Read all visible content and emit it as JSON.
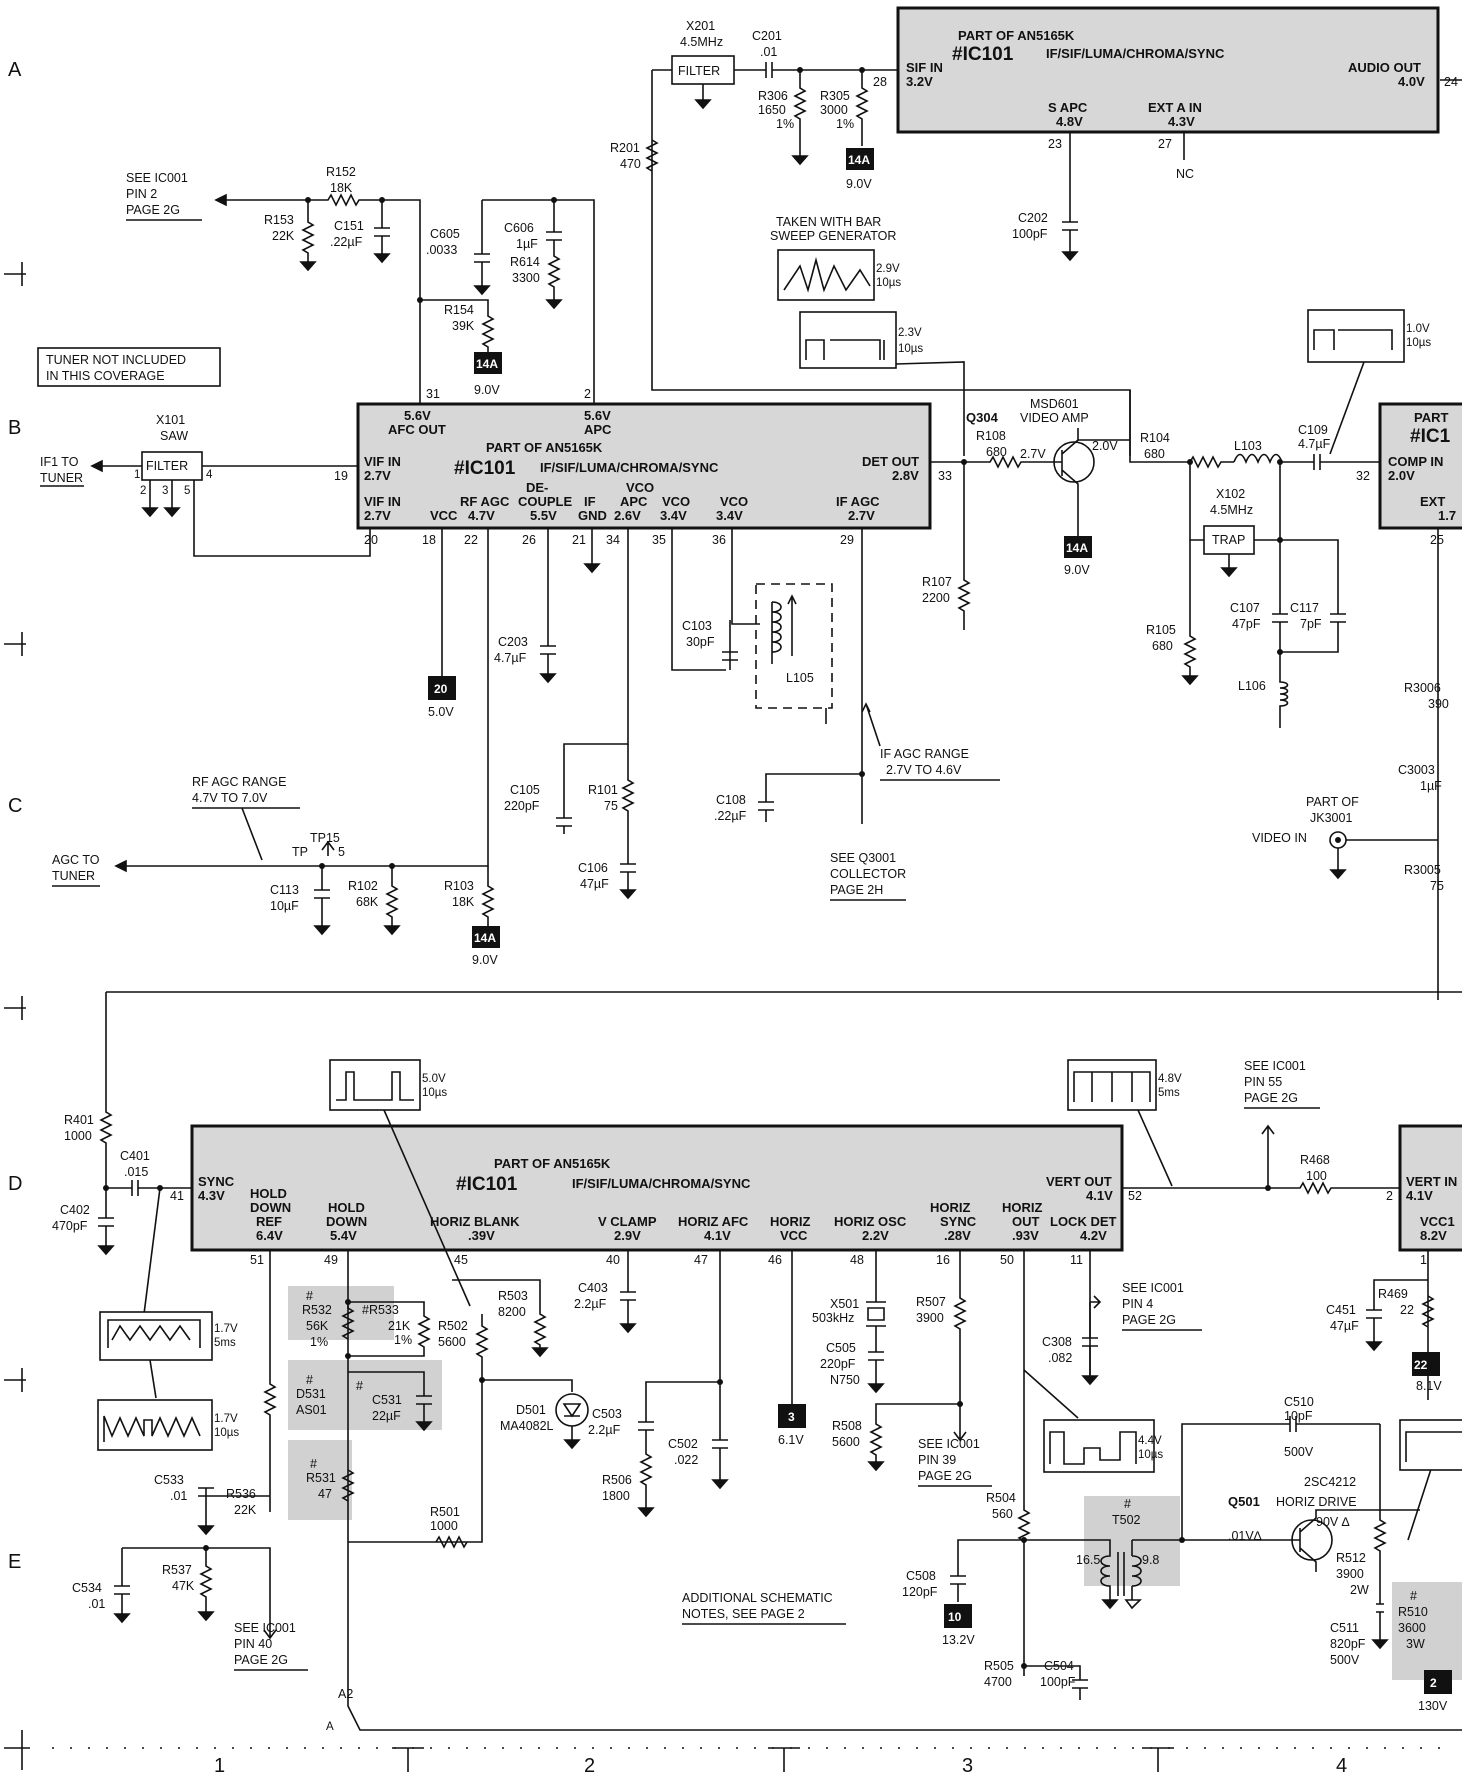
{
  "grid": {
    "rows": [
      "A",
      "B",
      "C",
      "D",
      "E"
    ],
    "cols": [
      "1",
      "2",
      "3",
      "4"
    ]
  },
  "ic_top_right": {
    "line1": "PART OF  AN5165K",
    "name": "#IC101",
    "func": "IF/SIF/LUMA/CHROMA/SYNC",
    "sif_in": "SIF IN",
    "sif_v": "3.2V",
    "audio_out": "AUDIO OUT",
    "audio_v": "4.0V",
    "sapc": "S APC",
    "sapc_v": "4.8V",
    "exta": "EXT A IN",
    "exta_v": "4.3V",
    "p28": "28",
    "p24": "24",
    "p23": "23",
    "p27": "27",
    "nc": "NC"
  },
  "ic_mid": {
    "line1": "PART OF  AN5165K",
    "name": "#IC101",
    "func": "IF/SIF/LUMA/CHROMA/SYNC",
    "afc_v": "5.6V",
    "afc": "AFC OUT",
    "apc_v": "5.6V",
    "apc": "APC",
    "vif_in1": "VIF IN",
    "vif_in1_v": "2.7V",
    "vif_in2": "VIF IN",
    "vif_in2_v": "2.7V",
    "vcc": "VCC",
    "rfagc": "RF AGC",
    "rfagc_v": "4.7V",
    "de": "DE-",
    "couple": "COUPLE",
    "couple_v": "5.5V",
    "if": "IF",
    "gnd": "GND",
    "vco1": "VCO",
    "apc2": "APC",
    "apc2_v": "2.6V",
    "vco2": "VCO",
    "vco2_v": "3.4V",
    "vco3": "VCO",
    "vco3_v": "3.4V",
    "det": "DET OUT",
    "det_v": "2.8V",
    "ifagc": "IF AGC",
    "ifagc_v": "2.7V",
    "p31": "31",
    "p2": "2",
    "p19": "19",
    "p20": "20",
    "p18": "18",
    "p22": "22",
    "p26": "26",
    "p21": "21",
    "p34": "34",
    "p35": "35",
    "p36": "36",
    "p29": "29",
    "p33": "33"
  },
  "ic_bottom": {
    "line1": "PART OF  AN5165K",
    "name": "#IC101",
    "func": "IF/SIF/LUMA/CHROMA/SYNC",
    "sync": "SYNC",
    "sync_v": "4.3V",
    "hdr1": "HOLD",
    "hdr2": "DOWN",
    "hdr3": "REF",
    "hdr_v": "6.4V",
    "hd1": "HOLD",
    "hd2": "DOWN",
    "hd_v": "5.4V",
    "hb": "HORIZ  BLANK",
    "hb_v": ".39V",
    "vc": "V  CLAMP",
    "vc_v": "2.9V",
    "hafc": "HORIZ  AFC",
    "hafc_v": "4.1V",
    "hvcc1": "HORIZ",
    "hvcc2": "VCC",
    "hosc": "HORIZ  OSC",
    "hosc_v": "2.2V",
    "hsync1": "HORIZ",
    "hsync2": "SYNC",
    "hsync_v": ".28V",
    "hout1": "HORIZ",
    "hout2": "OUT",
    "hout_v": ".93V",
    "lock": "LOCK  DET",
    "lock_v": "4.2V",
    "vout": "VERT  OUT",
    "vout_v": "4.1V",
    "p41": "41",
    "p51": "51",
    "p49": "49",
    "p45": "45",
    "p40": "40",
    "p47": "47",
    "p46": "46",
    "p48": "48",
    "p16": "16",
    "p50": "50",
    "p11": "11",
    "p52": "52"
  },
  "ic_right_mid": {
    "part": "PART",
    "name": "#IC1",
    "comp": "COMP  IN",
    "comp_v": "2.0V",
    "ext": "EXT",
    "ext_v": "1.7",
    "p32": "32",
    "p25": "25"
  },
  "ic_right_bot": {
    "vert": "VERT  IN",
    "vert_v": "4.1V",
    "vcc": "VCC1",
    "vcc_v": "8.2V",
    "p2": "2",
    "p1": "1"
  },
  "components": {
    "x201": "X201",
    "x201_f": "4.5MHz",
    "filter": "FILTER",
    "c201": "C201",
    "c201_v": ".01",
    "r306": "R306",
    "r306_v": "1650",
    "r306_t": "1%",
    "r305": "R305",
    "r305_v": "3000",
    "r305_t": "1%",
    "r201": "R201",
    "r201_v": "470",
    "c202": "C202",
    "c202_v": "100pF",
    "see_ic001_a": "SEE  IC001",
    "pin2": "PIN  2",
    "page2g_a": "PAGE  2G",
    "r152": "R152",
    "r152_v": "18K",
    "r153": "R153",
    "r153_v": "22K",
    "c151": "C151",
    "c151_v": ".22µF",
    "c605": "C605",
    "c605_v": ".0033",
    "c606": "C606",
    "c606_v": "1µF",
    "r614": "R614",
    "r614_v": "3300",
    "r154": "R154",
    "r154_v": "39K",
    "tuner_note1": "TUNER  NOT  INCLUDED",
    "tuner_note2": "IN  THIS  COVERAGE",
    "x101": "X101",
    "saw": "SAW",
    "filter2": "FILTER",
    "if1_1": "IF1  TO",
    "if1_2": "TUNER",
    "taken1": "TAKEN  WITH  BAR",
    "taken2": "SWEEP  GENERATOR",
    "q304": "Q304",
    "msd601": "MSD601",
    "vamp": "VIDEO  AMP",
    "r108": "R108",
    "r108_v": "680",
    "v27": "2.7V",
    "v20": "2.0V",
    "r104": "R104",
    "r104_v": "680",
    "l103": "L103",
    "c109": "C109",
    "c109_v": "4.7µF",
    "x102": "X102",
    "x102_f": "4.5MHz",
    "trap": "TRAP",
    "r107": "R107",
    "r107_v": "2200",
    "c107": "C107",
    "c107_v": "47pF",
    "c117": "C117",
    "c117_v": "7pF",
    "r105": "R105",
    "r105_v": "680",
    "l106": "L106",
    "c203": "C203",
    "c203_v": "4.7µF",
    "c103": "C103",
    "c103_v": "30pF",
    "l105": "L105",
    "r3006": "R3006",
    "r3006_v": "390",
    "c3003": "C3003",
    "c3003_v": "1µF",
    "partof": "PART  OF",
    "jk3001": "JK3001",
    "videoin": "VIDEO  IN",
    "r3005": "R3005",
    "r3005_v": "75",
    "ifagc_r1": "IF  AGC  RANGE",
    "ifagc_r2": "2.7V  TO  4.6V",
    "rfagc_r1": "RF  AGC  RANGE",
    "rfagc_r2": "4.7V  TO  7.0V",
    "c105": "C105",
    "c105_v": "220pF",
    "r101": "R101",
    "r101_v": "75",
    "c106": "C106",
    "c106_v": "47µF",
    "c108": "C108",
    "c108_v": ".22µF",
    "see_q3001": "SEE  Q3001",
    "collector": "COLLECTOR",
    "page2h": "PAGE  2H",
    "tp15": "TP15",
    "tp": "TP",
    "tp5": "5",
    "agc1": "AGC  TO",
    "agc2": "TUNER",
    "c113": "C113",
    "c113_v": "10µF",
    "r102": "R102",
    "r102_v": "68K",
    "r103": "R103",
    "r103_v": "18K",
    "r401": "R401",
    "r401_v": "1000",
    "c401": "C401",
    "c401_v": ".015",
    "c402": "C402",
    "c402_v": "470pF",
    "r503": "R503",
    "r503_v": "8200",
    "r502": "R502",
    "r502_v": "5600",
    "c403": "C403",
    "c403_v": "2.2µF",
    "d501": "D501",
    "d501_t": "MA4082L",
    "c503": "C503",
    "c503_v": "2.2µF",
    "c502": "C502",
    "c502_v": ".022",
    "r506": "R506",
    "r506_v": "1800",
    "x501": "X501",
    "x501_f": "503kHz",
    "c505": "C505",
    "c505_v": "220pF",
    "c505_t": "N750",
    "r507": "R507",
    "r507_v": "3900",
    "r508": "R508",
    "r508_v": "5600",
    "see_ic001_39": "SEE  IC001",
    "pin39": "PIN  39",
    "page2g_39": "PAGE  2G",
    "c308": "C308",
    "c308_v": ".082",
    "see_ic001_4": "SEE  IC001",
    "pin4": "PIN  4",
    "page2g_4": "PAGE  2G",
    "see_ic001_55": "SEE  IC001",
    "pin55": "PIN  55",
    "page2g_55": "PAGE  2G",
    "r468": "R468",
    "r468_v": "100",
    "c451": "C451",
    "c451_v": "47µF",
    "r469": "R469",
    "r469_v": "22",
    "r532": "R532",
    "r532_v": "56K",
    "r532_t": "1%",
    "r533": "#R533",
    "r533_v": "21K",
    "r533_t": "1%",
    "d531": "D531",
    "d531_t": "AS01",
    "c531": "C531",
    "c531_v": "22µF",
    "r531": "R531",
    "r531_v": "47",
    "hash": "#",
    "c533": "C533",
    "c533_v": ".01",
    "r536": "R536",
    "r536_v": "22K",
    "r501": "R501",
    "r501_v": "1000",
    "c534": "C534",
    "c534_v": ".01",
    "r537": "R537",
    "r537_v": "47K",
    "see_ic001_40": "SEE  IC001",
    "pin40": "PIN  40",
    "page2g_40": "PAGE  2G",
    "add1": "ADDITIONAL  SCHEMATIC",
    "add2": "NOTES,  SEE  PAGE  2",
    "r504": "R504",
    "r504_v": "560",
    "t502": "T502",
    "t502_a": "16.5",
    "t502_b": "9.8",
    "c508": "C508",
    "c508_v": "120pF",
    "r505": "R505",
    "r505_v": "4700",
    "c504": "C504",
    "c504_v": "100pF",
    "c510": "C510",
    "c510_v": "10pF",
    "c510_t": "500V",
    "q501_t": "2SC4212",
    "q501": "Q501",
    "q501_f": "HORIZ  DRIVE",
    "q501_b": ".01V∆",
    "q501_c": "90V  ∆",
    "r512": "R512",
    "r512_v": "3900",
    "r512_t": "2W",
    "c511": "C511",
    "c511_v": "820pF",
    "c511_t": "500V",
    "r510": "R510",
    "r510_v": "3600",
    "r510_t": "3W",
    "a2": "A2",
    "a": "A"
  },
  "test_points": {
    "tp14a": "14A",
    "tp20": "20",
    "tp3": "3",
    "tp10": "10",
    "tp22": "22",
    "tp2x": "2",
    "v90": "9.0V",
    "v50": "5.0V",
    "v61": "6.1V",
    "v132": "13.2V",
    "v8": "8.1V",
    "v130": "130V"
  },
  "waveforms": {
    "w1_a": "2.9V",
    "w1_b": "10µs",
    "w2_a": "2.3V",
    "w2_b": "10µs",
    "w3_a": "1.0V",
    "w3_b": "10µs",
    "w4_a": "5.0V",
    "w4_b": "10µs",
    "w5_a": "4.8V",
    "w5_b": "5ms",
    "w6_a": "1.7V",
    "w6_b": "5ms",
    "w7_a": "1.7V",
    "w7_b": "10µs",
    "w8_a": "4.4V",
    "w8_b": "10µs"
  }
}
